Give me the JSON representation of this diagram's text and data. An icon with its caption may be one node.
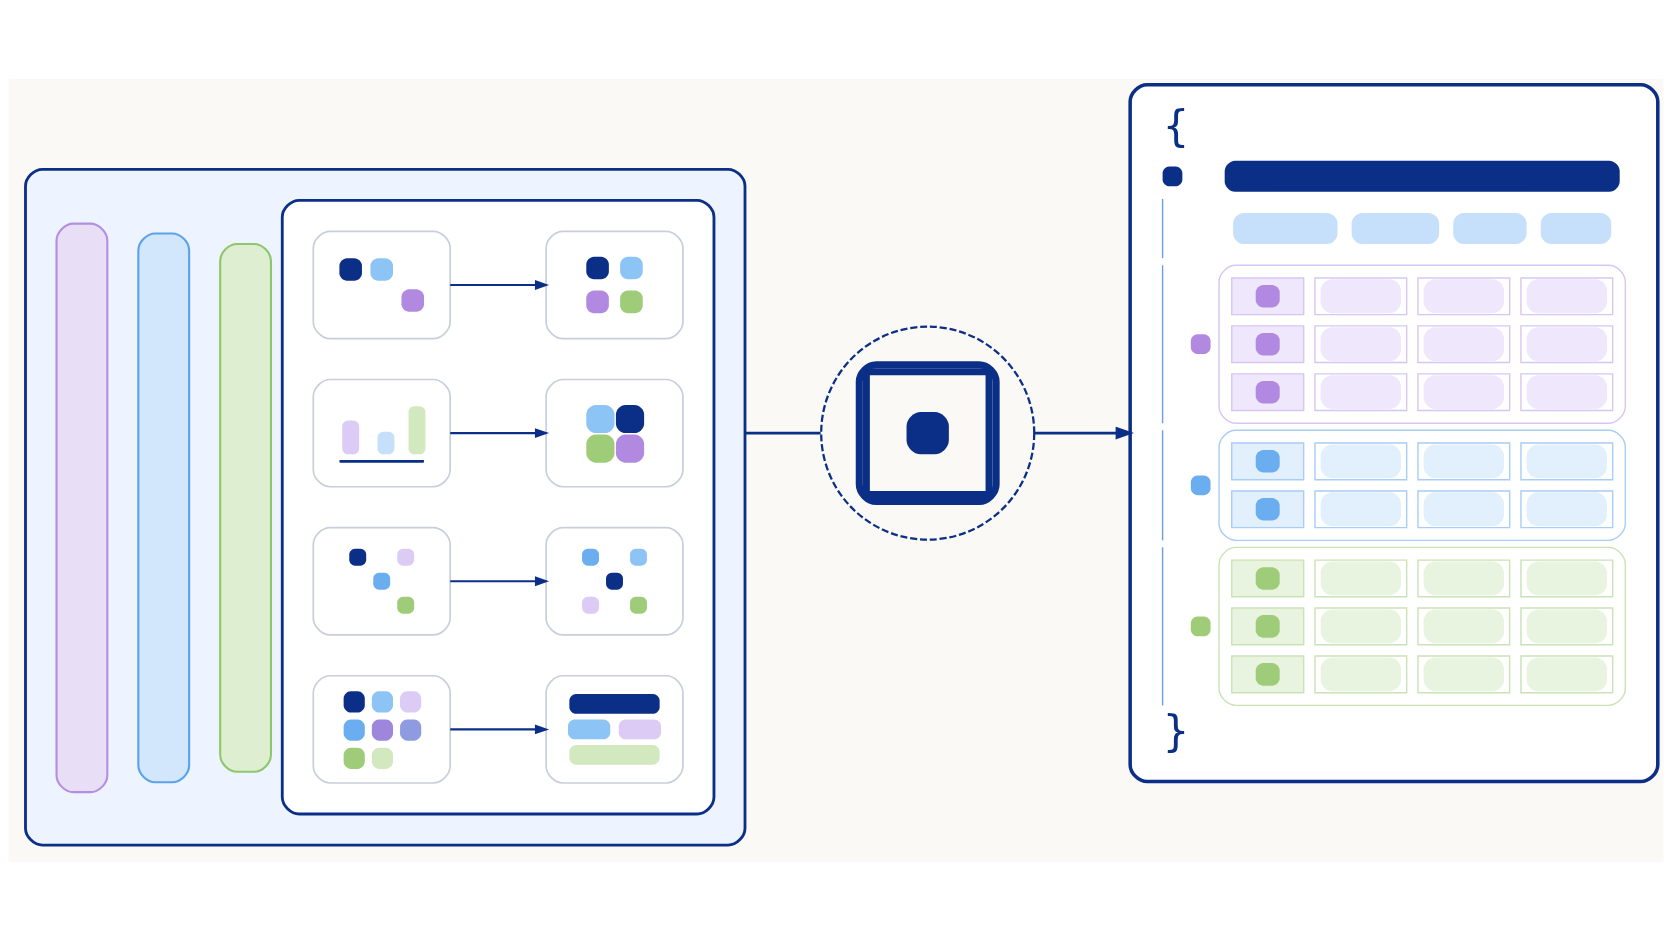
{
  "diagram": {
    "nodes": [
      {
        "text": [],
        "shape": "box"
      },
      {
        "text": [],
        "shape": "box",
        "in": 0
      },
      {
        "text": [],
        "shape": "box",
        "in": 0
      },
      {
        "text": [],
        "shape": "box",
        "in": 0
      },
      {
        "text": [],
        "shape": "box",
        "in": 0
      },
      {
        "text": [],
        "shape": "picture",
        "in": 4
      },
      {
        "text": [],
        "shape": "picture",
        "in": 4
      },
      {
        "text": [],
        "shape": "picture",
        "in": 4
      },
      {
        "text": [],
        "shape": "picture",
        "in": 4
      },
      {
        "text": [],
        "shape": "picture",
        "in": 4
      },
      {
        "text": [],
        "shape": "picture",
        "in": 4
      },
      {
        "text": [],
        "shape": "picture",
        "in": 4
      },
      {
        "text": [],
        "shape": "picture",
        "in": 4
      },
      {
        "text": [],
        "shape": "circle"
      },
      {
        "text": [
          "{",
          "}"
        ]
      }
    ],
    "edges": [
      {
        "from": 5,
        "to": 6,
        "arrow": "to"
      },
      {
        "from": 7,
        "to": 8,
        "arrow": "to"
      },
      {
        "from": 9,
        "to": 10,
        "arrow": "to"
      },
      {
        "from": 11,
        "to": 12,
        "arrow": "to"
      },
      {
        "from": 0,
        "to": 13,
        "arrow": "none"
      },
      {
        "from": 13,
        "to": 14,
        "arrow": "to"
      }
    ]
  }
}
